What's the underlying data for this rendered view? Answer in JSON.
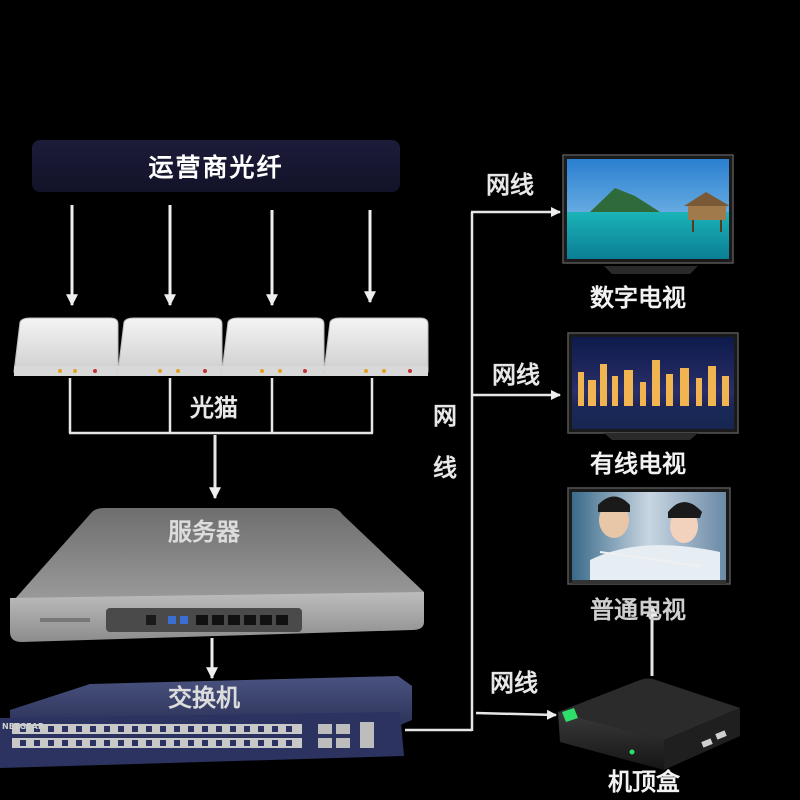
{
  "diagram": {
    "fiber_source": "运营商光纤",
    "optical_modem": "光猫",
    "server": "服务器",
    "switch": "交换机",
    "switch_brand": "NETGEAR",
    "cable_top": "网线",
    "cable_mid": "网线",
    "cable_bottom": "网线",
    "cable_vertical_1": "网",
    "cable_vertical_2": "线",
    "tv_digital": "数字电视",
    "tv_cable": "有线电视",
    "tv_normal": "普通电视",
    "set_top_box": "机顶盒"
  },
  "colors": {
    "background": "#000000",
    "line": "#e6e6e6",
    "banner": "#16162e"
  }
}
